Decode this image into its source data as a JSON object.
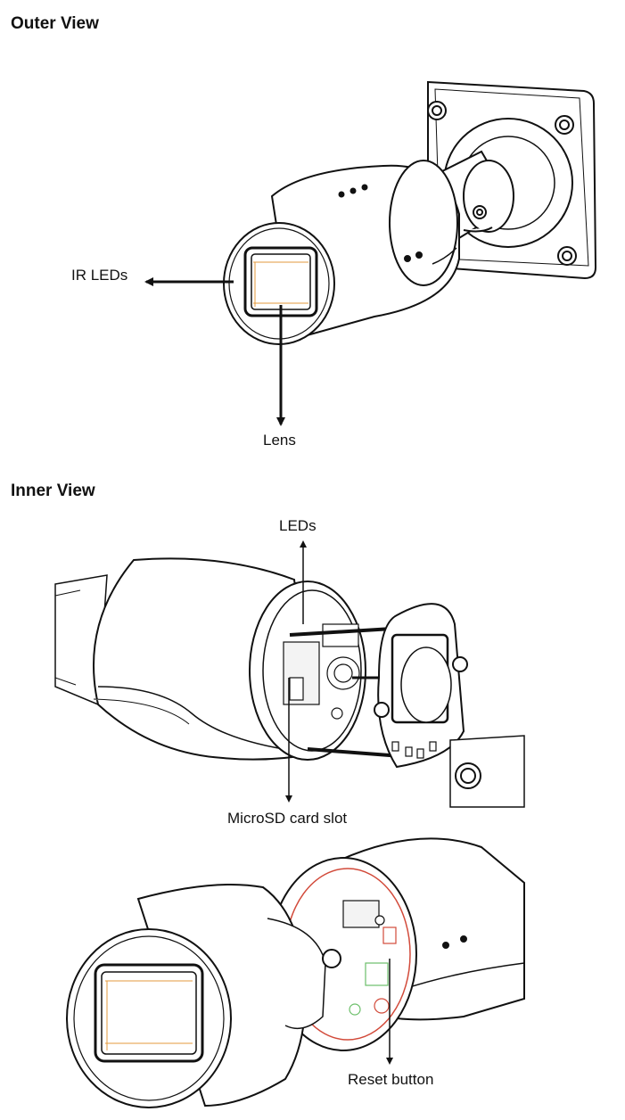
{
  "outer_view": {
    "heading": "Outer View",
    "labels": {
      "ir_leds": "IR LEDs",
      "lens": "Lens"
    }
  },
  "inner_view": {
    "heading": "Inner View",
    "labels": {
      "leds": "LEDs",
      "microsd_card_slot": "MicroSD card slot",
      "reset_button": "Reset button"
    }
  },
  "colors": {
    "line": "#111111",
    "lens_accent": "#e39a3c",
    "pcb_red": "#d24a3a",
    "pcb_green": "#6cbf6a"
  }
}
